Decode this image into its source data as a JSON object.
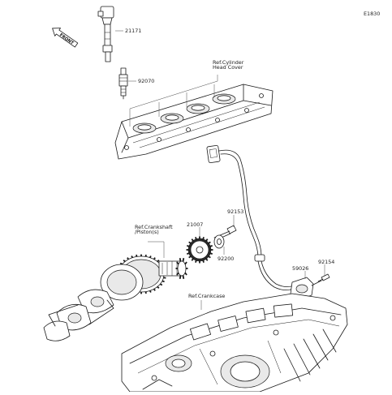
{
  "diagram": {
    "figure_code": "E1830",
    "front_marker": "FRONT",
    "parts": [
      {
        "number": "21171"
      },
      {
        "number": "92070"
      },
      {
        "number": "92153"
      },
      {
        "number": "21007"
      },
      {
        "number": "92200"
      },
      {
        "number": "59026"
      },
      {
        "number": "92154"
      }
    ],
    "references": {
      "cylinder_head_cover": "Ref.Cylinder\nHead Cover",
      "crankshaft_pistons": "Ref.Crankshaft\n/Piston(s)",
      "crankcase": "Ref.Crankcase"
    }
  }
}
